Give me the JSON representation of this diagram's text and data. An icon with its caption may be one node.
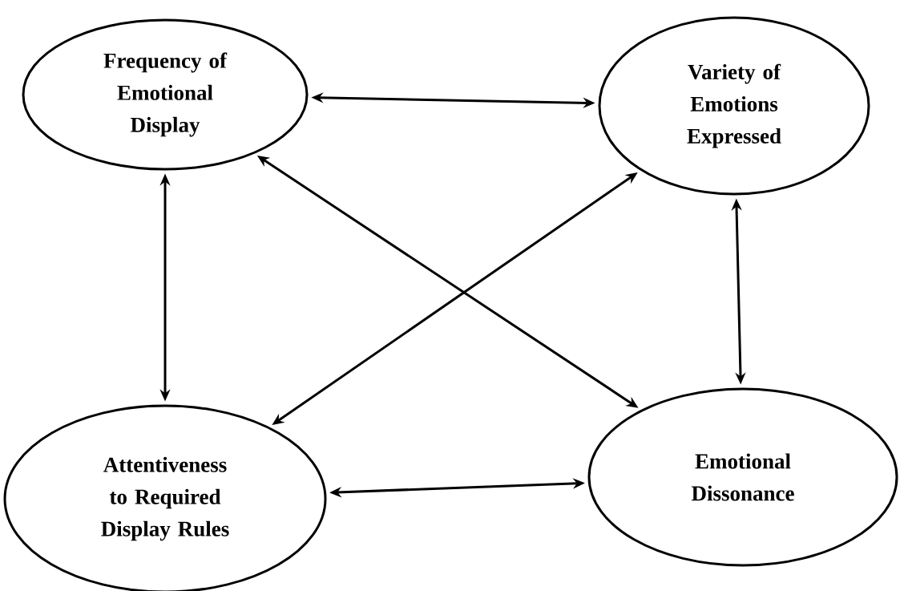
{
  "diagram": {
    "nodes": [
      {
        "text": [
          "Frequency of Emotional Display"
        ]
      },
      {
        "text": [
          "Variety of Emotions Expressed"
        ]
      },
      {
        "text": [
          "Attentiveness to Required Display Rules"
        ]
      },
      {
        "text": [
          "Emotional Dissonance"
        ]
      }
    ],
    "edges": [
      {
        "from": 0,
        "to": 1,
        "arrow": "both"
      },
      {
        "from": 0,
        "to": 2,
        "arrow": "both"
      },
      {
        "from": 1,
        "to": 3,
        "arrow": "both"
      },
      {
        "from": 2,
        "to": 3,
        "arrow": "both"
      },
      {
        "from": 0,
        "to": 3,
        "arrow": "both"
      },
      {
        "from": 2,
        "to": 1,
        "arrow": "both"
      }
    ]
  }
}
